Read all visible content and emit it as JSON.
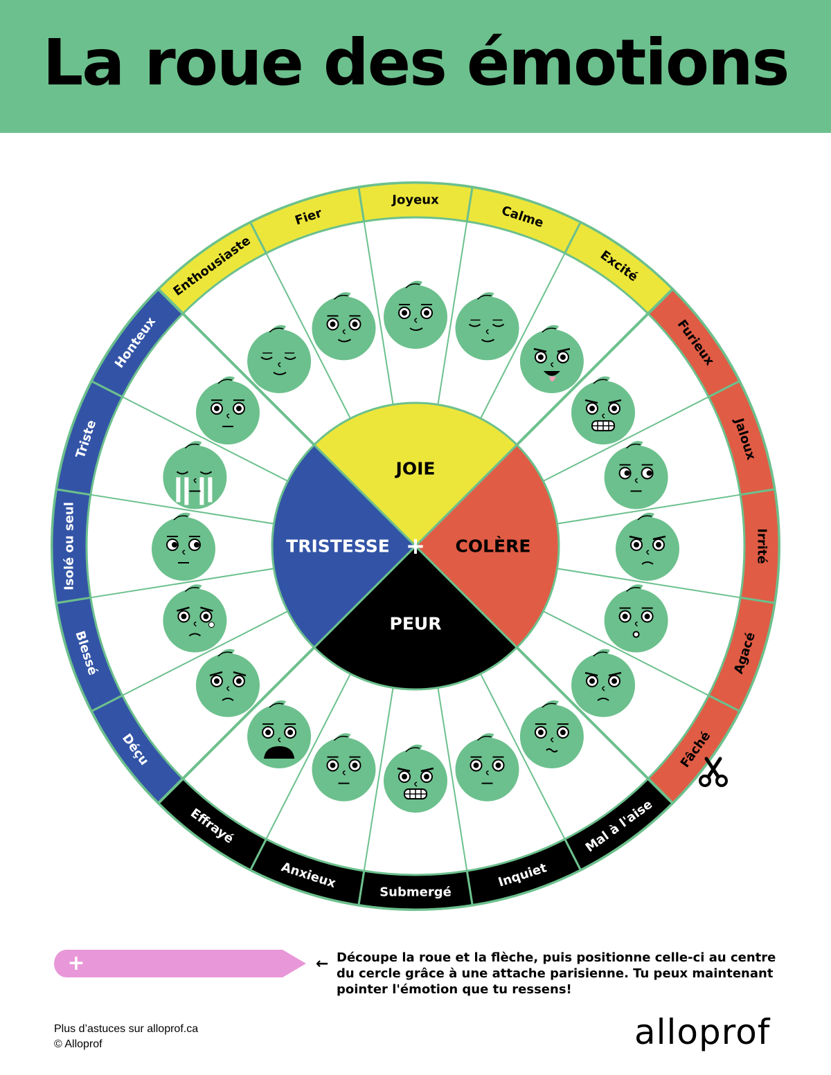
{
  "title": "La roue des émotions",
  "colors": {
    "header": "#6cc08d",
    "joie": "#ede63a",
    "colere": "#e05c45",
    "peur": "#000000",
    "tristesse": "#3354a6",
    "face": "#6cc08d",
    "pointer": "#e898d8"
  },
  "center": {
    "joie": "JOIE",
    "colere": "COLÈRE",
    "peur": "PEUR",
    "tristesse": "TRISTESSE",
    "pin": "+"
  },
  "emotions": [
    {
      "label": "Enthousiaste",
      "group": "joie",
      "face": "content"
    },
    {
      "label": "Fier",
      "group": "joie",
      "face": "neutral-smile"
    },
    {
      "label": "Joyeux",
      "group": "joie",
      "face": "happy"
    },
    {
      "label": "Calme",
      "group": "joie",
      "face": "content"
    },
    {
      "label": "Excité",
      "group": "joie",
      "face": "tongue"
    },
    {
      "label": "Furieux",
      "group": "colere",
      "face": "grimace"
    },
    {
      "label": "Jaloux",
      "group": "colere",
      "face": "sideways"
    },
    {
      "label": "Irrité",
      "group": "colere",
      "face": "frown"
    },
    {
      "label": "Agacé",
      "group": "colere",
      "face": "surprised"
    },
    {
      "label": "Fâché",
      "group": "colere",
      "face": "frown"
    },
    {
      "label": "Mal à l'aise",
      "group": "peur",
      "face": "uneasy"
    },
    {
      "label": "Inquiet",
      "group": "peur",
      "face": "neutral"
    },
    {
      "label": "Submergé",
      "group": "peur",
      "face": "grimace"
    },
    {
      "label": "Anxieux",
      "group": "peur",
      "face": "neutral"
    },
    {
      "label": "Effrayé",
      "group": "peur",
      "face": "scream"
    },
    {
      "label": "Déçu",
      "group": "tristesse",
      "face": "sad"
    },
    {
      "label": "Blessé",
      "group": "tristesse",
      "face": "tear"
    },
    {
      "label": "Isolé ou seul",
      "group": "tristesse",
      "face": "sideways"
    },
    {
      "label": "Triste",
      "group": "tristesse",
      "face": "crying"
    },
    {
      "label": "Honteux",
      "group": "tristesse",
      "face": "neutral"
    }
  ],
  "icons": {
    "scissors": "scissors-icon",
    "pointer_plus": "+"
  },
  "instructions": {
    "arrow": "←",
    "lines": [
      "Découpe la roue et la flèche, puis positionne celle-ci au centre",
      "du cercle grâce à une attache parisienne. Tu peux maintenant",
      "pointer l'émotion que tu ressens!"
    ]
  },
  "footer": {
    "more_tips": "Plus d’astuces sur alloprof.ca",
    "copyright": "© Alloprof",
    "logo": "alloprof"
  }
}
